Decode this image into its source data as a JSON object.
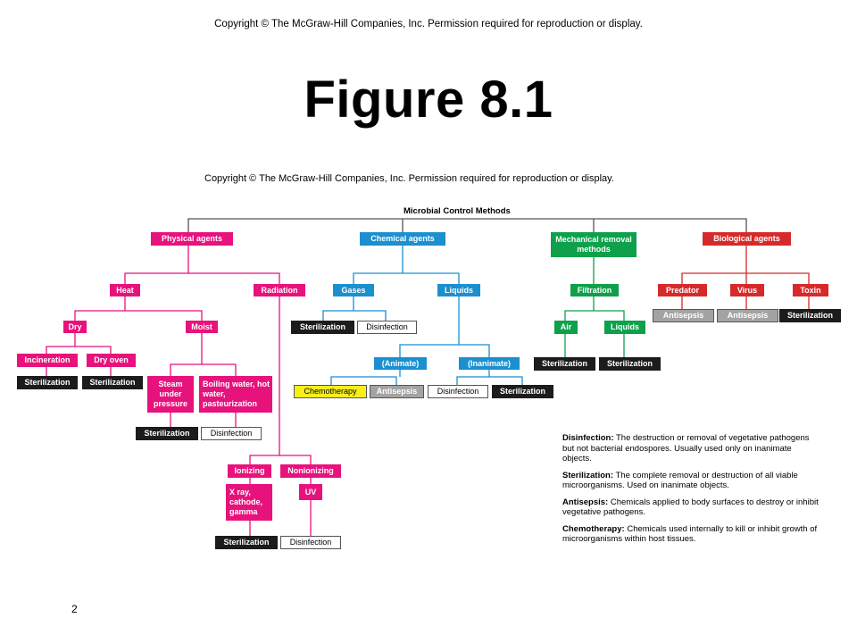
{
  "slide": {
    "copyright": "Copyright © The McGraw-Hill Companies, Inc. Permission required for reproduction or display.",
    "title": "Figure 8.1",
    "page_number": "2"
  },
  "figure": {
    "copyright": "Copyright © The McGraw-Hill Companies, Inc. Permission required for reproduction or display.",
    "root": "Microbial Control Methods",
    "physical": "Physical agents",
    "chemical": "Chemical agents",
    "mechanical": "Mechanical removal methods",
    "biological": "Biological agents",
    "heat": "Heat",
    "radiation": "Radiation",
    "dry": "Dry",
    "moist": "Moist",
    "incineration": "Incineration",
    "dry_oven": "Dry oven",
    "steam": "Steam under pressure",
    "boiling": "Boiling water, hot water, pasteurization",
    "ionizing": "Ionizing",
    "nonionizing": "Nonionizing",
    "xray": "X ray, cathode, gamma",
    "uv": "UV",
    "gases": "Gases",
    "liquids": "Liquids",
    "animate": "(Animate)",
    "inanimate": "(Inanimate)",
    "filtration": "Filtration",
    "air": "Air",
    "liquids_filt": "Liquids",
    "predator": "Predator",
    "virus": "Virus",
    "toxin": "Toxin",
    "sterilization": "Sterilization",
    "disinfection": "Disinfection",
    "antisepsis": "Antisepsis",
    "chemotherapy": "Chemotherapy"
  },
  "definitions": [
    {
      "term": "Disinfection:",
      "text": "The destruction or removal of vegetative pathogens but not bacterial endospores. Usually used only on inanimate objects."
    },
    {
      "term": "Sterilization:",
      "text": "The complete removal or destruction of all viable microorganisms. Used on inanimate objects."
    },
    {
      "term": "Antisepsis:",
      "text": "Chemicals applied to body surfaces to destroy or inhibit vegetative pathogens."
    },
    {
      "term": "Chemotherapy:",
      "text": "Chemicals used internally to kill or inhibit growth of microorganisms within host tissues."
    }
  ],
  "colors": {
    "physical": "#e8127d",
    "chemical": "#1b8fd0",
    "mechanical": "#0ea04b",
    "biological": "#d62a2a",
    "sterilization": "#1c1c1c",
    "antisepsis": "#a3a3a3",
    "chemotherapy": "#f7ef1a",
    "disinfection": "#ffffff"
  }
}
